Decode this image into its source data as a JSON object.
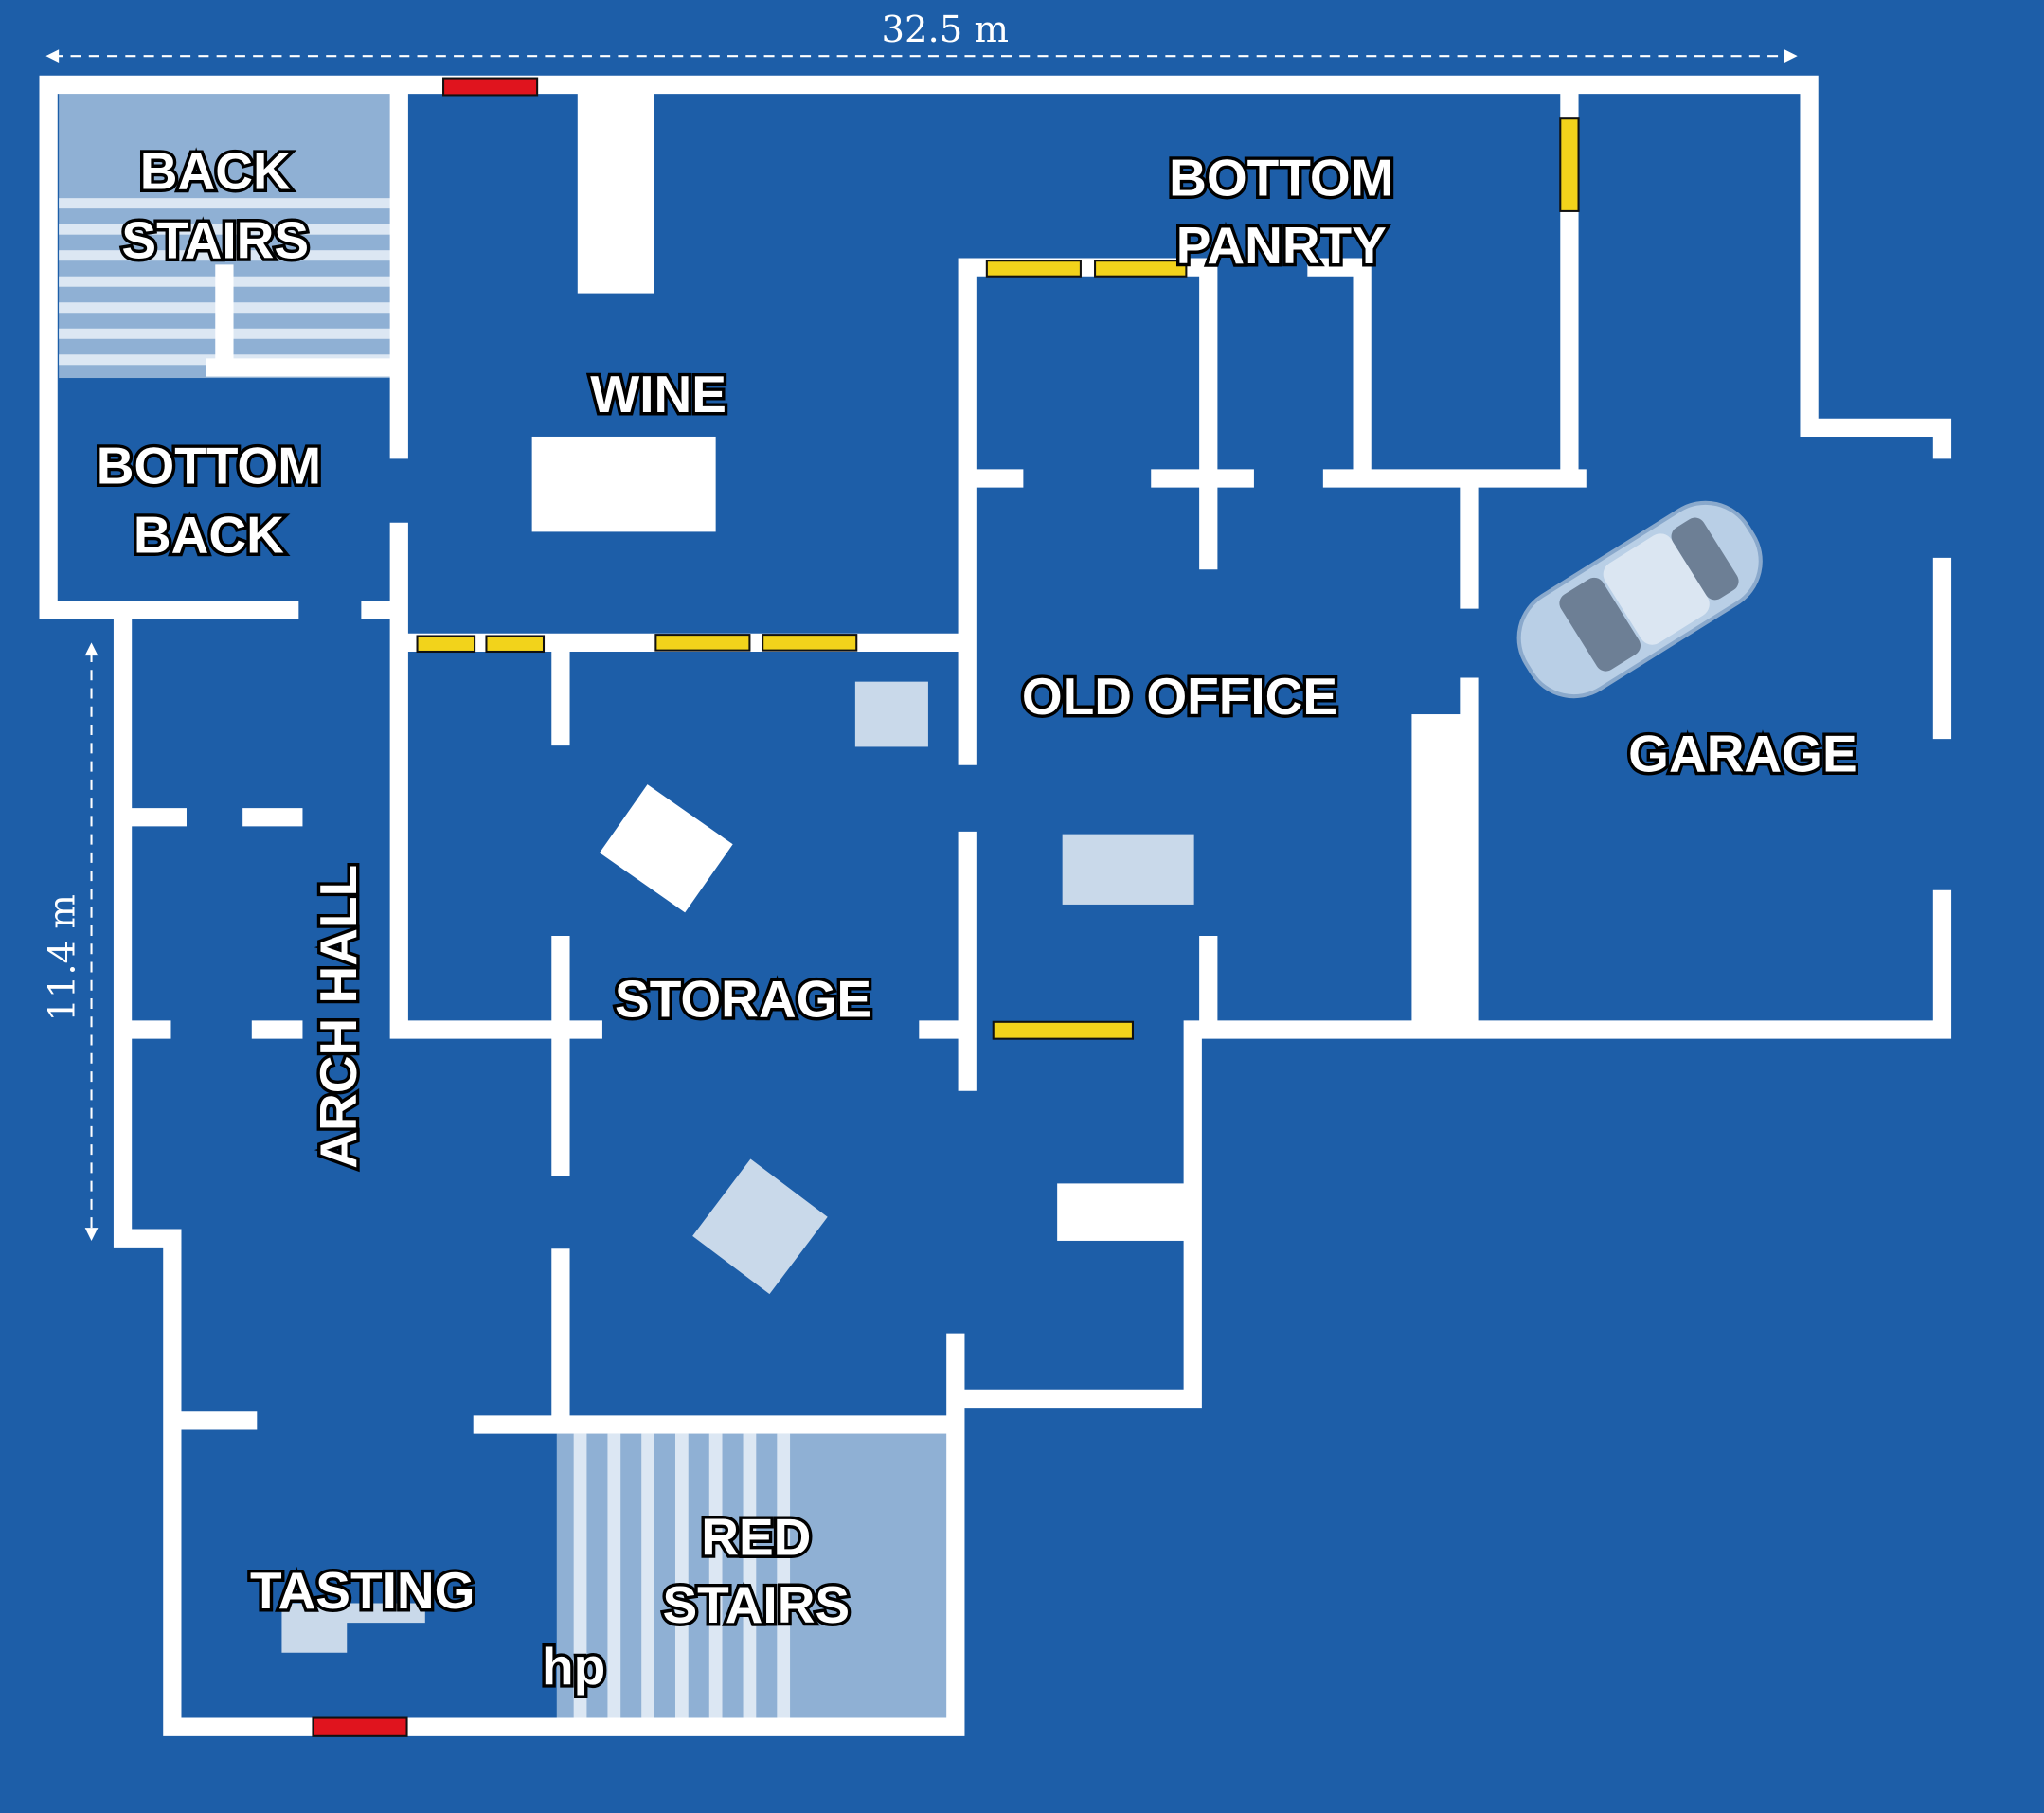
{
  "dimensions": {
    "width_label": "32.5 m",
    "height_label": "11.4 m"
  },
  "rooms": {
    "back_stairs": [
      "BACK",
      "STAIRS"
    ],
    "bottom_back": [
      "BOTTOM",
      "BACK"
    ],
    "wine": "WINE",
    "bottom_pantry": [
      "BOTTOM",
      "PANRTY"
    ],
    "old_office": "OLD OFFICE",
    "garage": "GARAGE",
    "arch_hall": "ARCH HALL",
    "storage": "STORAGE",
    "tasting": "TASTING",
    "red_stairs": [
      "RED",
      "STAIRS"
    ],
    "hp": "hp"
  },
  "colors": {
    "background": "#1d5ea8",
    "wall": "#ffffff",
    "exit_door": "#e0141e",
    "door": "#f2d31b"
  }
}
